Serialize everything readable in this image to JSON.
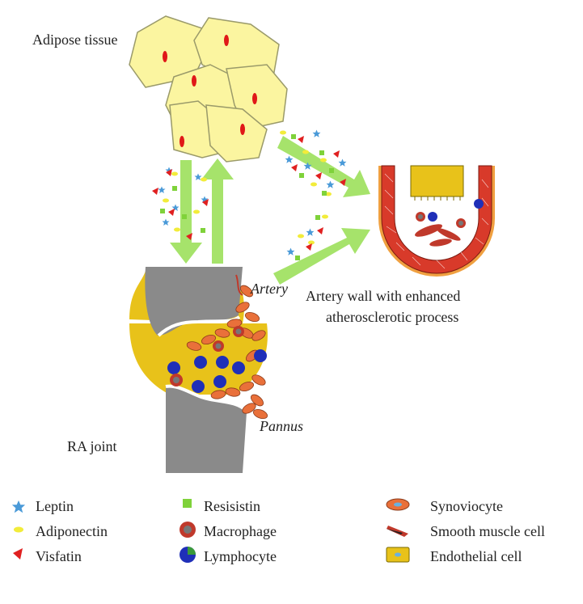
{
  "labels": {
    "adipose": "Adipose tissue",
    "ra_joint": "RA joint",
    "artery": "Artery",
    "pannus": "Pannus",
    "artery_wall_line1": "Artery wall with enhanced",
    "artery_wall_line2": "atherosclerotic process"
  },
  "legend": [
    {
      "label": "Leptin",
      "icon": "star-icon",
      "color": "#4a9ad8"
    },
    {
      "label": "Adiponectin",
      "icon": "ellipse-icon",
      "color": "#f2ec3a"
    },
    {
      "label": "Visfatin",
      "icon": "triangle-icon",
      "color": "#e02020"
    },
    {
      "label": "Resisistin",
      "icon": "square-icon",
      "color": "#7fd23a"
    },
    {
      "label": "Macrophage",
      "icon": "macrophage-icon",
      "color": "#c0392b"
    },
    {
      "label": "Lymphocyte",
      "icon": "lymphocyte-icon",
      "color": "#1f2fb8"
    },
    {
      "label": "Synoviocyte",
      "icon": "synoviocyte-icon",
      "color": "#e9703a"
    },
    {
      "label": "Smooth muscle cell",
      "icon": "smooth-muscle-icon",
      "color": "#c0392b"
    },
    {
      "label": "Endothelial cell",
      "icon": "endothelial-icon",
      "color": "#e8c21a"
    }
  ],
  "colors": {
    "arrow": "#a6e36b",
    "fat": "#fbf5a0",
    "bone": "#8a8a8a",
    "synovial": "#e8c21a",
    "artery_wall": "#d83a2a"
  }
}
